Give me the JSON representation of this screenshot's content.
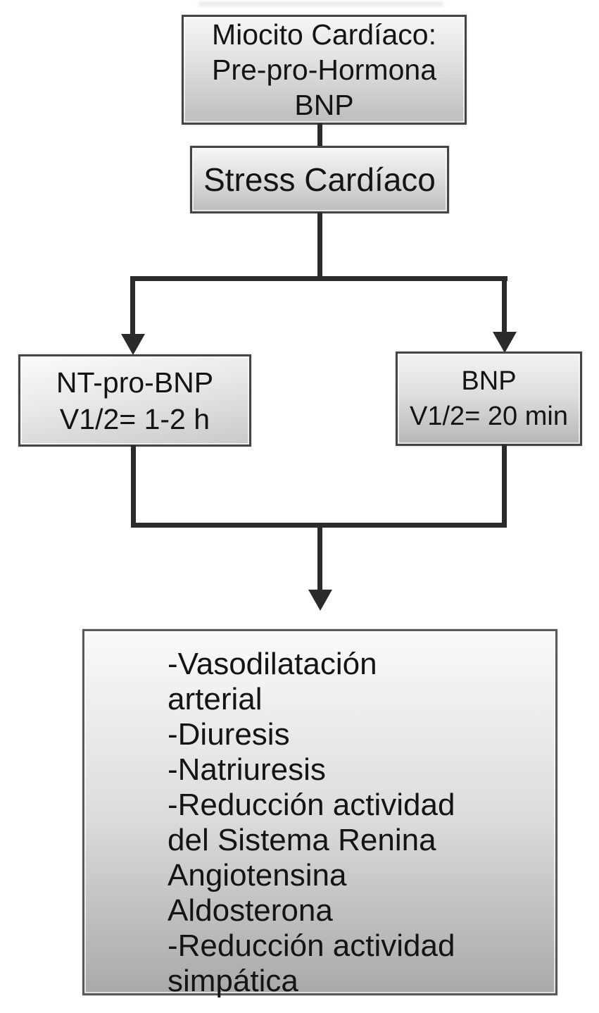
{
  "boxes": {
    "myocyte": {
      "lines": [
        "Miocito Cardíaco:",
        "Pre-pro-Hormona",
        "BNP"
      ]
    },
    "stress": {
      "label": "Stress Cardíaco"
    },
    "nt_pro_bnp": {
      "lines": [
        "NT-pro-BNP",
        "V1/2= 1-2 h"
      ]
    },
    "bnp": {
      "lines": [
        "BNP",
        "V1/2= 20 min"
      ]
    },
    "effects": {
      "lines": [
        "-Vasodilatación",
        "arterial",
        "-Diuresis",
        "-Natriuresis",
        "-Reducción actividad",
        "del Sistema Renina",
        "Angiotensina",
        "Aldosterona",
        "-Reducción actividad",
        "simpática"
      ]
    }
  },
  "colors": {
    "connector": "#2b2b2b",
    "box_border": "#454545",
    "box_fill_top": "#f6f6f6",
    "box_fill_bottom": "#bdbdbd",
    "text": "#141414",
    "background": "#ffffff"
  }
}
